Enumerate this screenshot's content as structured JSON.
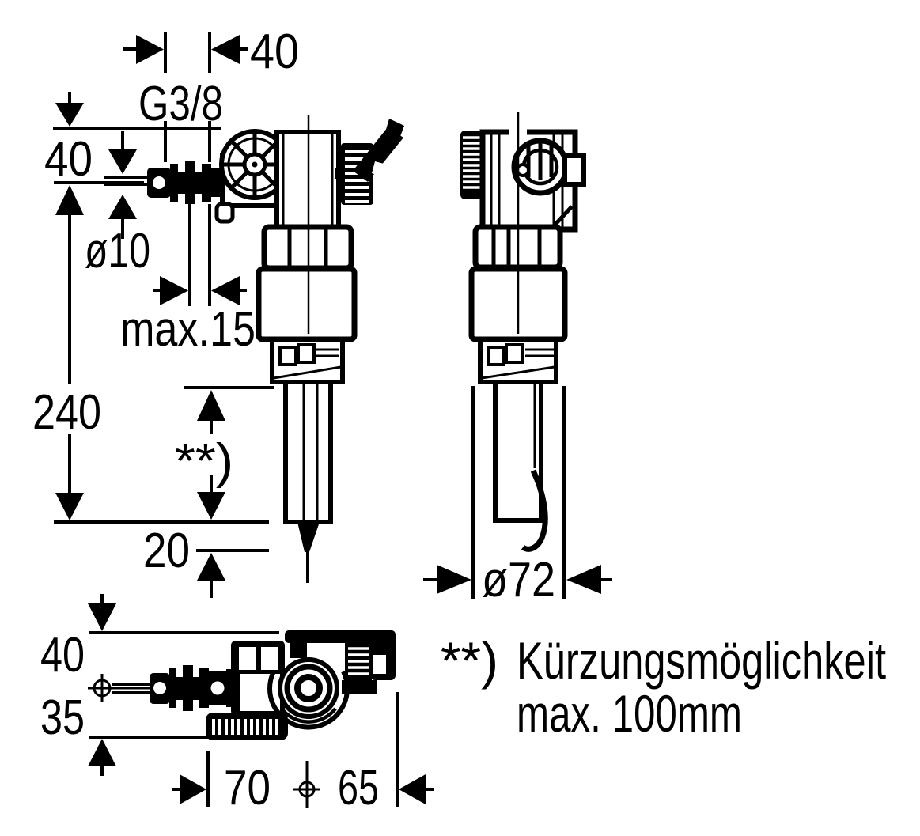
{
  "drawing": {
    "description": "Technical dimension drawing of a cistern filling valve (front view, side view and plan view)",
    "colors": {
      "line": "#000000",
      "background": "#ffffff"
    }
  },
  "labels": {
    "top_width": "40",
    "thread": "G3/8",
    "inlet_height": "40",
    "inlet_diameter": "ø10",
    "insert_depth": "max.15",
    "total_height": "240",
    "cut_mark": "**)",
    "tube_tip": "20",
    "body_diameter": "ø72",
    "plan_up": "40",
    "plan_down": "35",
    "plan_left": "70",
    "plan_right": "65"
  },
  "footnote": {
    "marker": "**)",
    "line1": "Kürzungsmöglichkeit",
    "line2": "max. 100mm"
  }
}
